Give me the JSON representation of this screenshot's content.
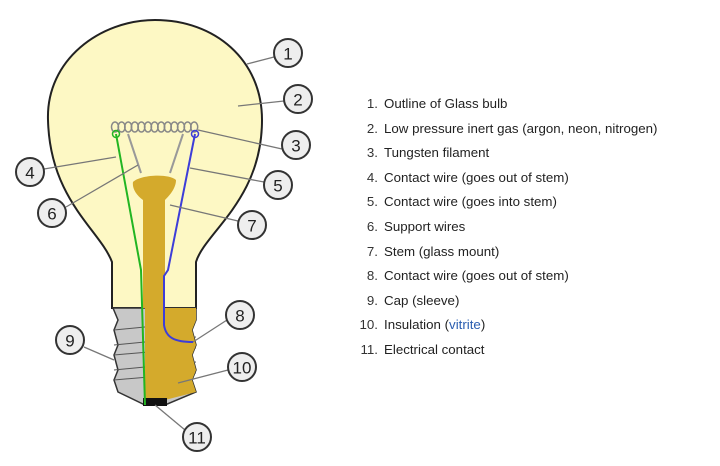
{
  "callouts": [
    "1",
    "2",
    "3",
    "4",
    "5",
    "6",
    "7",
    "8",
    "9",
    "10",
    "11"
  ],
  "legend": [
    {
      "num": "1.",
      "text": "Outline of Glass bulb"
    },
    {
      "num": "2.",
      "text": "Low pressure inert gas (argon, neon, nitrogen)"
    },
    {
      "num": "3.",
      "text": "Tungsten filament"
    },
    {
      "num": "4.",
      "text": "Contact wire (goes out of stem)"
    },
    {
      "num": "5.",
      "text": "Contact wire (goes into stem)"
    },
    {
      "num": "6.",
      "text": "Support wires"
    },
    {
      "num": "7.",
      "text": "Stem (glass mount)"
    },
    {
      "num": "8.",
      "text": "Contact wire (goes out of stem)"
    },
    {
      "num": "9.",
      "text": "Cap (sleeve)"
    },
    {
      "num": "10.",
      "text_before": "Insulation (",
      "link": "vitrite",
      "text_after": ")"
    },
    {
      "num": "11.",
      "text": "Electrical contact"
    }
  ],
  "colors": {
    "glass": "#fdf8c4",
    "stem": "#d4aa2c",
    "cap": "#c8c8c8",
    "green_wire": "#22b522",
    "blue_wire": "#3d3dd8",
    "link": "#2a5db0"
  }
}
